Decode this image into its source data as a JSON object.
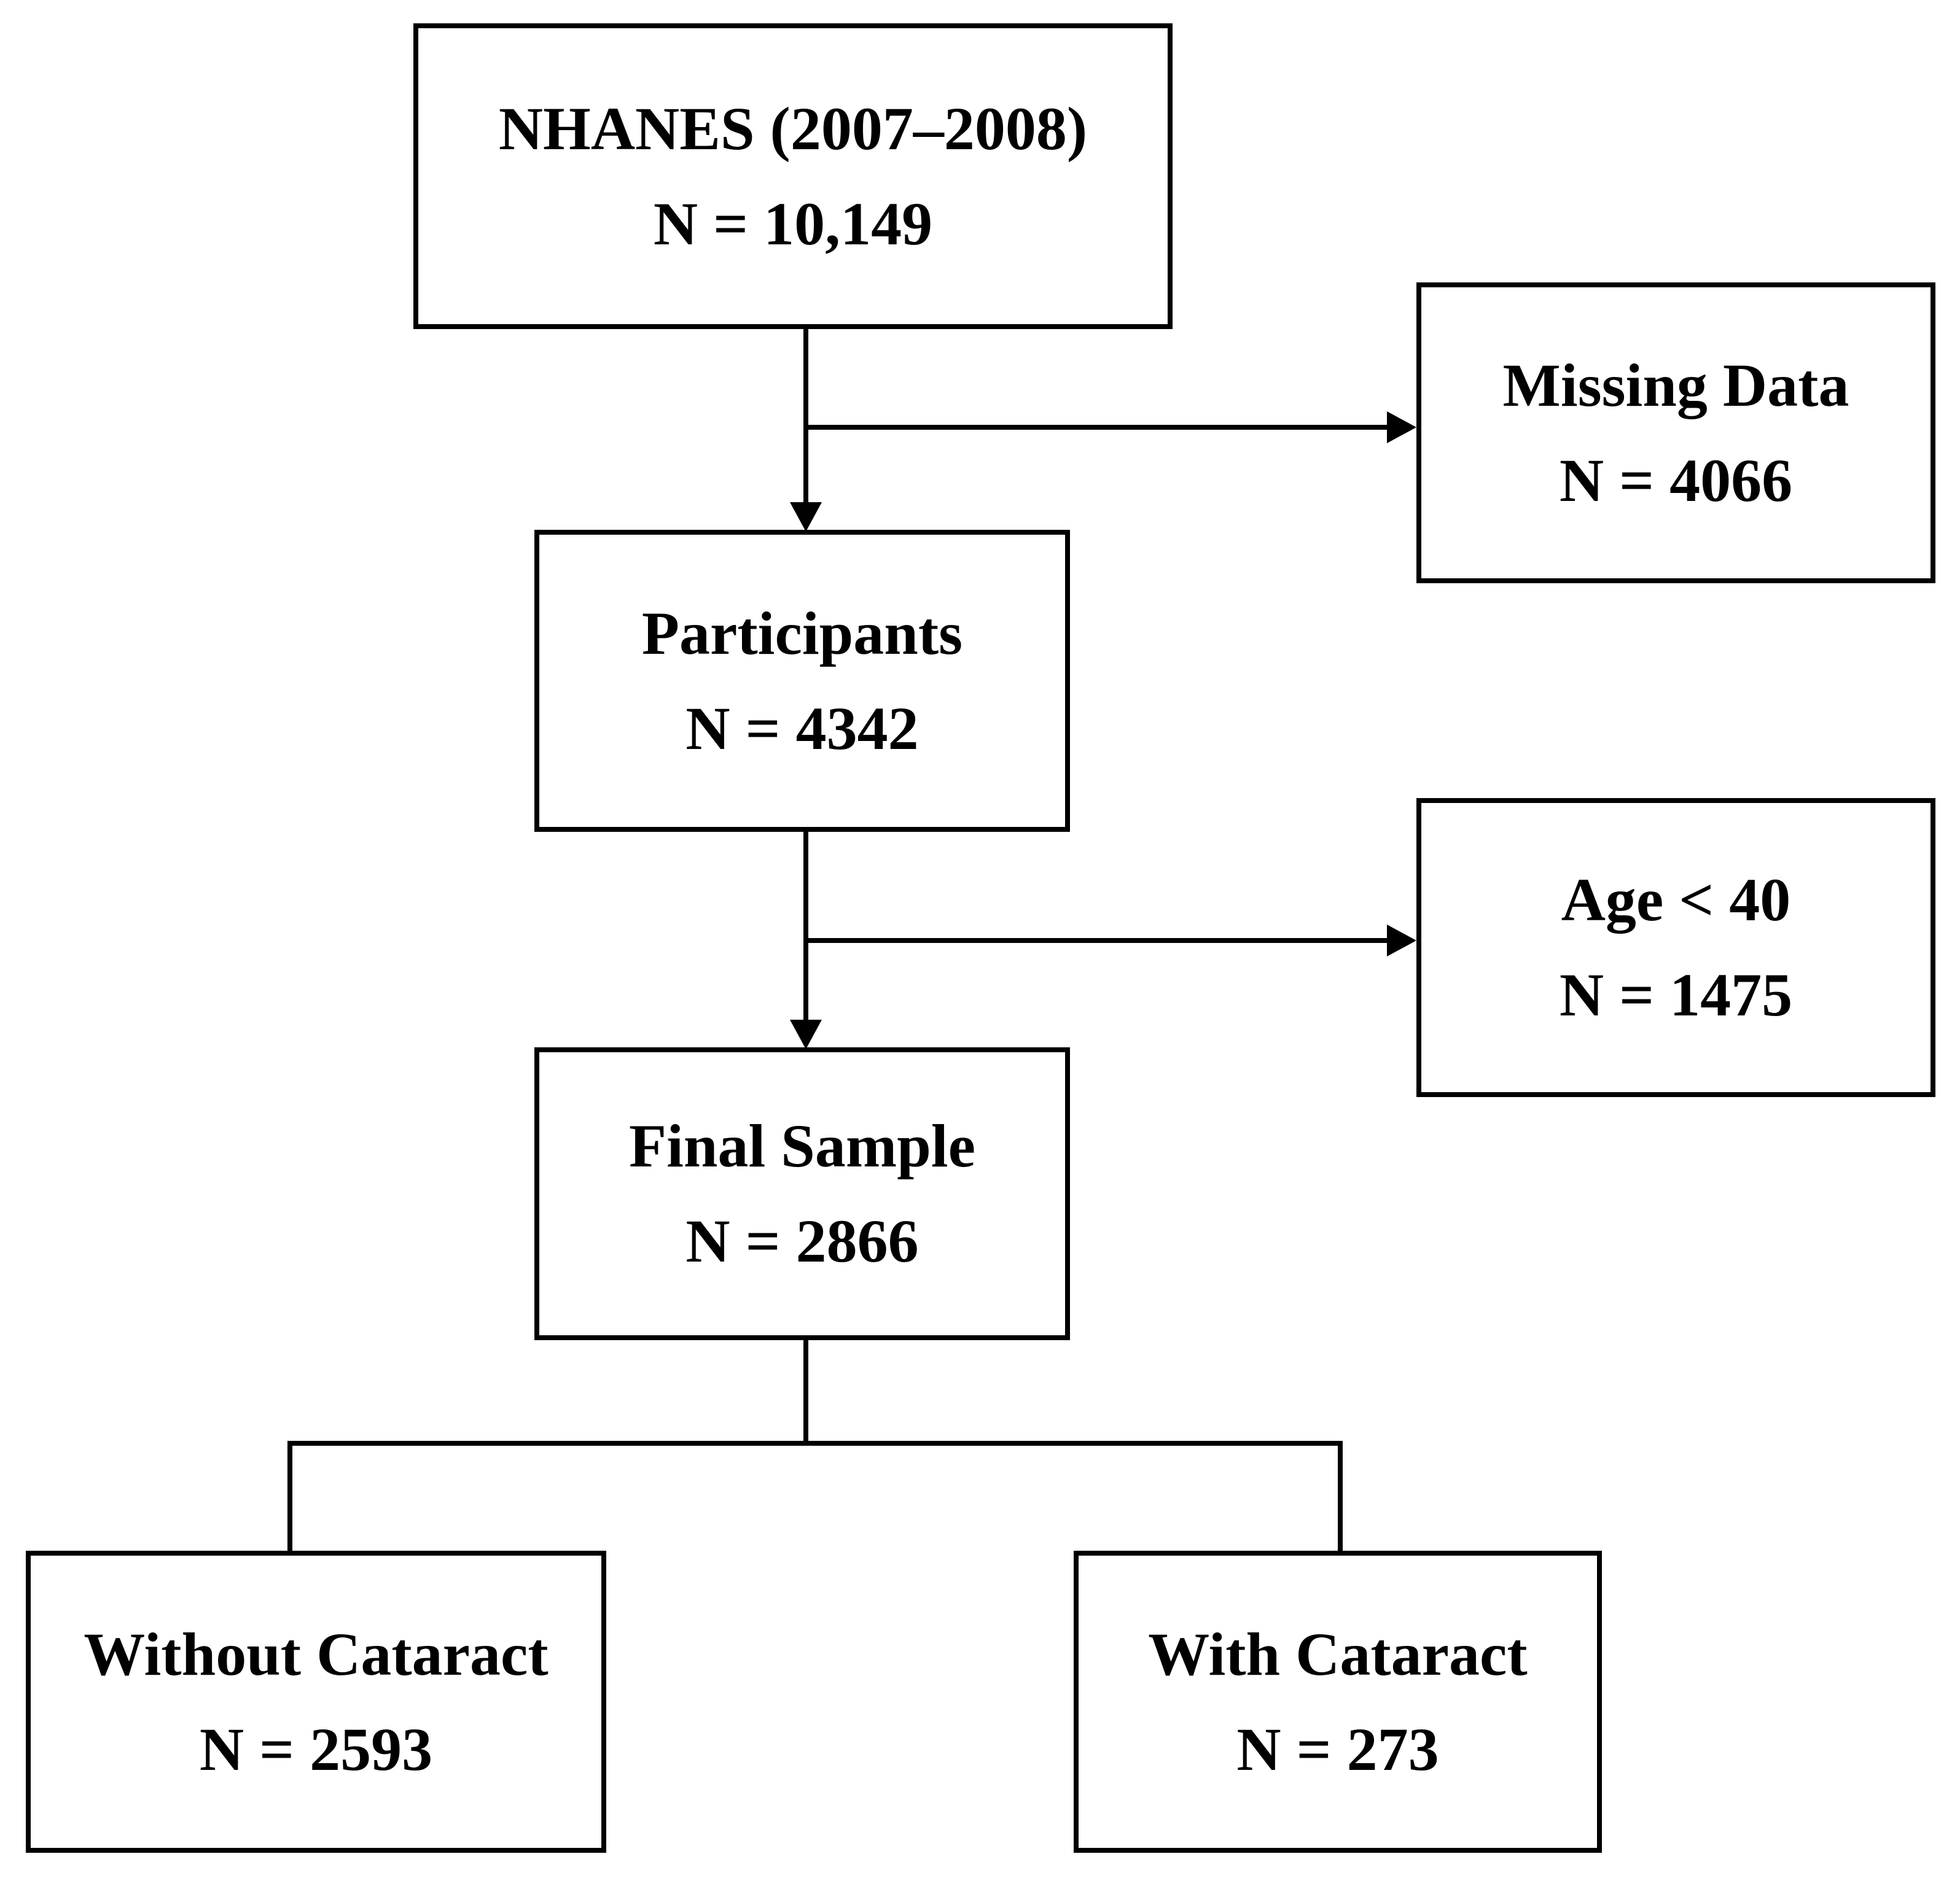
{
  "diagram": {
    "type": "flowchart",
    "description": "Participant selection flow diagram",
    "boxes": [
      {
        "id": "nhanes",
        "label": "NHANES (2007–2008)",
        "count": "N = 10,149"
      },
      {
        "id": "missing-data",
        "label": "Missing Data",
        "count": "N = 4066"
      },
      {
        "id": "participants",
        "label": "Participants",
        "count": "N = 4342"
      },
      {
        "id": "age-under-40",
        "label": "Age < 40",
        "count": "N = 1475"
      },
      {
        "id": "final-sample",
        "label": "Final Sample",
        "count": "N = 2866"
      },
      {
        "id": "without-cataract",
        "label": "Without Cataract",
        "count": "N = 2593"
      },
      {
        "id": "with-cataract",
        "label": "With Cataract",
        "count": "N = 273"
      }
    ],
    "edges": [
      {
        "from": "nhanes",
        "to": "missing-data",
        "style": "arrow"
      },
      {
        "from": "nhanes",
        "to": "participants",
        "style": "arrow"
      },
      {
        "from": "participants",
        "to": "age-under-40",
        "style": "arrow"
      },
      {
        "from": "participants",
        "to": "final-sample",
        "style": "arrow"
      },
      {
        "from": "final-sample",
        "to": "without-cataract",
        "style": "line"
      },
      {
        "from": "final-sample",
        "to": "with-cataract",
        "style": "line"
      }
    ],
    "colors": {
      "background": "#ffffff",
      "box_fill": "#ffffff",
      "box_border": "#000000",
      "line": "#000000",
      "text": "#000000"
    }
  }
}
